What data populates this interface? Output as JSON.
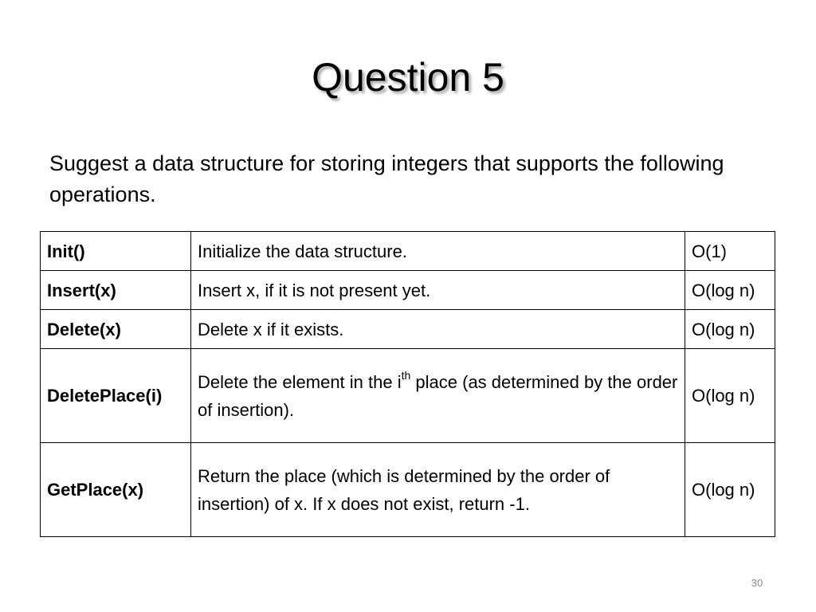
{
  "slide": {
    "title": "Question 5",
    "intro": "Suggest a data structure for storing integers that supports the following operations.",
    "page_number": "30"
  },
  "operations": [
    {
      "name": "Init()",
      "description": "Initialize the data structure.",
      "complexity": "O(1)"
    },
    {
      "name": "Insert(x)",
      "description": "Insert x, if it is not present yet.",
      "complexity": "O(log n)"
    },
    {
      "name": "Delete(x)",
      "description": "Delete x if it exists.",
      "complexity": "O(log n)"
    },
    {
      "name": "DeletePlace(i)",
      "description_before": "Delete the element in the i",
      "description_sup": "th",
      "description_after": " place (as determined by the order of insertion).",
      "complexity": "O(log n)"
    },
    {
      "name": "GetPlace(x)",
      "description": "Return the place (which is determined by the order of insertion) of x. If x does not exist, return -1.",
      "complexity": "O(log n)"
    }
  ]
}
